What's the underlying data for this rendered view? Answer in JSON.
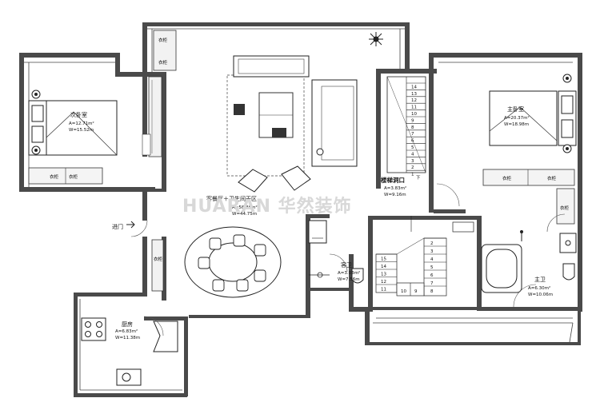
{
  "rooms": {
    "second_bedroom": {
      "name": "次卧室",
      "area": "A=12.71m²",
      "perimeter": "W=15.52m",
      "wardrobe": "衣柜"
    },
    "master_bedroom": {
      "name": "主卧室",
      "area": "A=20.37m²",
      "perimeter": "W=18.98m",
      "wardrobe": "衣柜"
    },
    "living": {
      "name": "客餐厅＋卫生间干区",
      "area": "A=58.36m²",
      "perimeter": "W=44.75m"
    },
    "stair_opening": {
      "name": "楼梯洞口",
      "area": "A=3.83m²",
      "perimeter": "W=9.16m",
      "down": "下"
    },
    "guest_bath": {
      "name": "客卫",
      "area": "A=3.03m²",
      "perimeter": "W=7.56m"
    },
    "master_bath": {
      "name": "主卫",
      "area": "A=6.30m²",
      "perimeter": "W=10.06m"
    },
    "kitchen": {
      "name": "厨房",
      "area": "A=6.83m²",
      "perimeter": "W=11.38m"
    }
  },
  "entrance": "进门",
  "cabinet_label": "衣柜",
  "watermark": "HUARAN 华然装饰",
  "stair_upper_steps": [
    "14",
    "13",
    "12",
    "11",
    "10",
    "9",
    "8",
    "7",
    "6",
    "5",
    "4",
    "3",
    "2",
    "1"
  ],
  "stair_lower_left": [
    "15",
    "14",
    "13",
    "12",
    "11"
  ],
  "stair_lower_right": [
    "2",
    "3",
    "4",
    "5",
    "6",
    "7",
    "8"
  ],
  "stair_lower_bottom": [
    "10",
    "9"
  ]
}
